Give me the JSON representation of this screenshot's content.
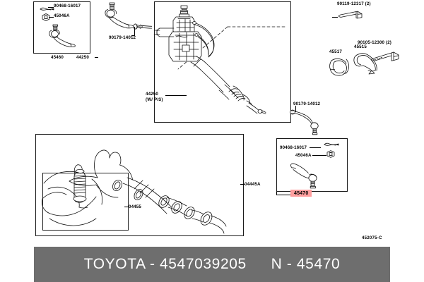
{
  "document": {
    "type": "toyota-parts-diagram",
    "diagram_code": "452075-C",
    "caption": {
      "brand": "TOYOTA",
      "separator": "-",
      "part_number": "4547039205",
      "group_prefix": "N",
      "group_separator": "-",
      "group_number": "45470",
      "full_text": "TOYOTA - 4547039205   N - 45470"
    },
    "colors": {
      "line": "#1a1a1a",
      "caption_bar": "#6e6e6e",
      "caption_text": "#ffffff",
      "highlight": "#ff9e9e",
      "page_background": "#ffffff"
    }
  },
  "panels": {
    "left_inset": {
      "name": "left-tie-rod-end-inset",
      "labels": [
        {
          "id": "cotter-pin",
          "text": "90468-16017"
        },
        {
          "id": "castle-nut",
          "text": "45046A"
        },
        {
          "id": "tie-rod-end-lh",
          "text": "45460"
        }
      ]
    },
    "left_outer": {
      "name": "left-outer-assembly",
      "labels": [
        {
          "id": "rack-boot-clamp",
          "text": "44250"
        }
      ]
    },
    "main": {
      "name": "steering-gear-assembly",
      "labels": [
        {
          "id": "rack-end-nut-left",
          "text": "90179-14012"
        },
        {
          "id": "rack-end-nut-right",
          "text": "90179-14012"
        },
        {
          "id": "power-steering-gear",
          "text": "44250",
          "sub": "(W/ P/S)"
        }
      ]
    },
    "right_top": {
      "name": "mounting-hardware",
      "labels": [
        {
          "id": "bolt-upper",
          "text": "90119-12317 (2)"
        },
        {
          "id": "bolt-lower",
          "text": "90105-12300 (2)"
        },
        {
          "id": "bracket",
          "text": "45515"
        },
        {
          "id": "grommet",
          "text": "45517"
        }
      ]
    },
    "right_inset": {
      "name": "right-tie-rod-end-inset",
      "labels": [
        {
          "id": "cotter-pin",
          "text": "90468-16017"
        },
        {
          "id": "castle-nut",
          "text": "45046A"
        }
      ],
      "highlighted": {
        "id": "tie-rod-end-rh",
        "text": "45470"
      }
    },
    "bottom": {
      "name": "rack-boot-repair-kit",
      "labels": [
        {
          "id": "boot-detail",
          "text": "04455"
        },
        {
          "id": "rack-boot-kit",
          "text": "04445A"
        }
      ]
    }
  }
}
